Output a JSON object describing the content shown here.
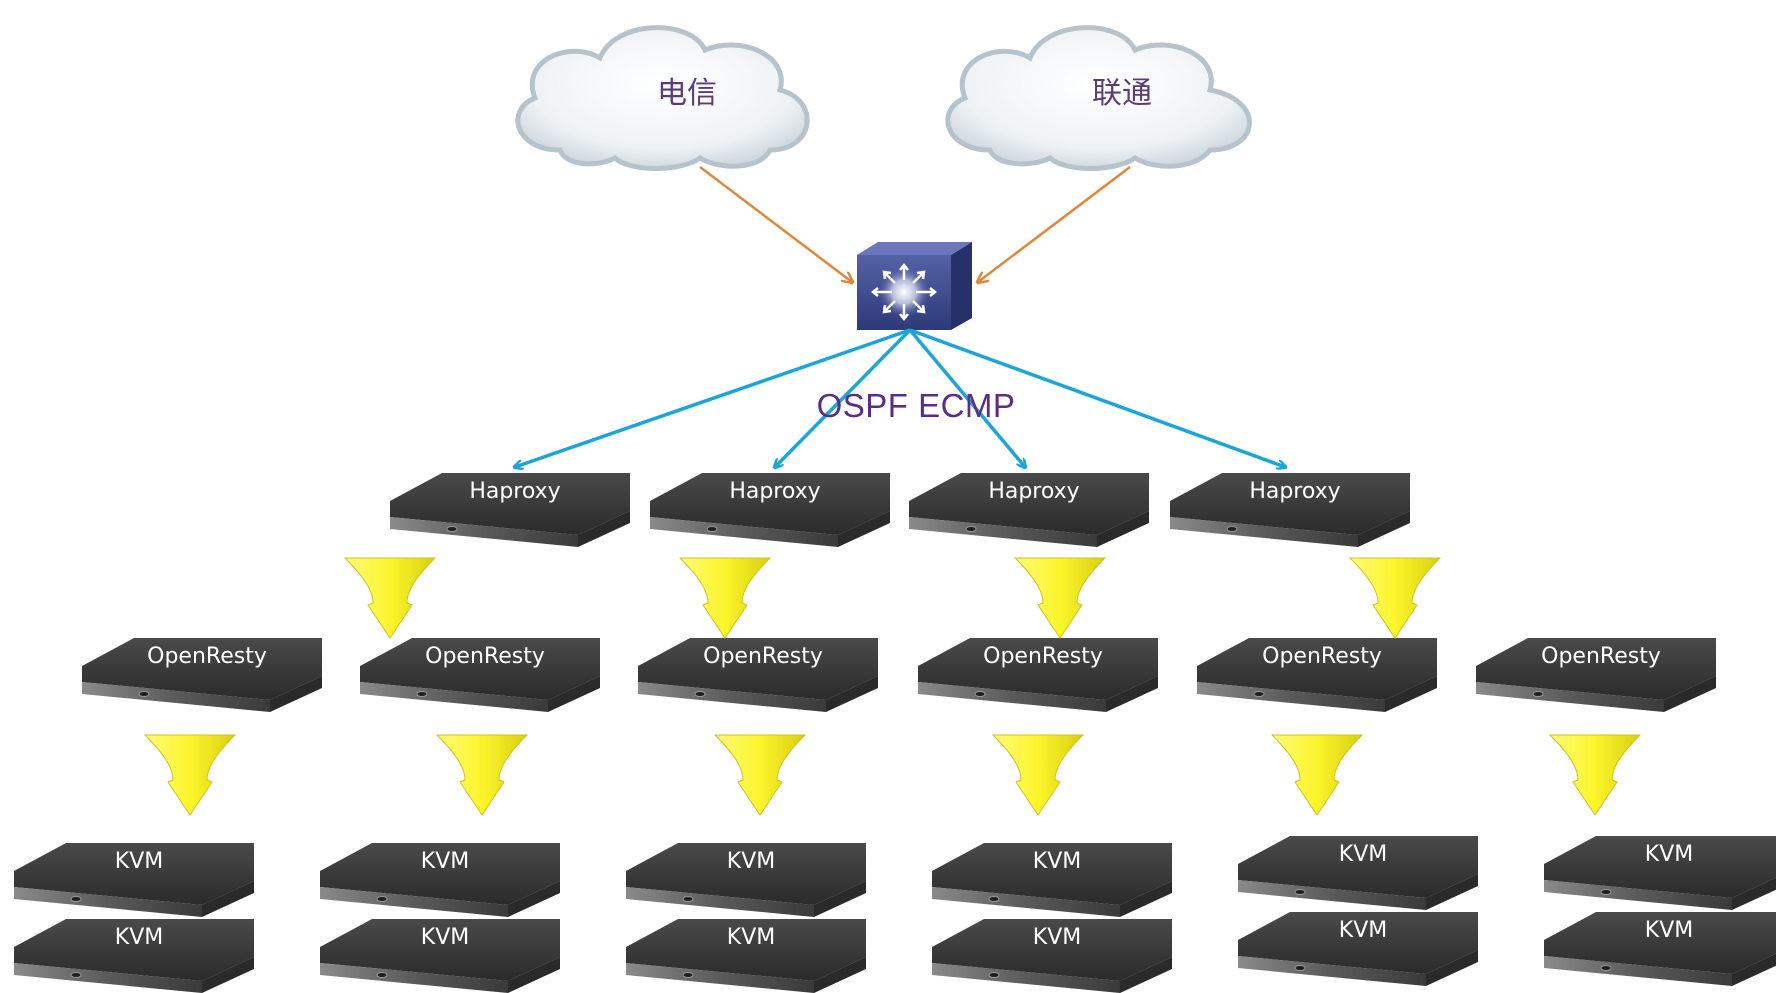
{
  "clouds": [
    {
      "label": "电信"
    },
    {
      "label": "联通"
    }
  ],
  "switch": {
    "icon": "switch-icon"
  },
  "link_label": "OSPF ECMP",
  "haproxy": [
    {
      "label": "Haproxy"
    },
    {
      "label": "Haproxy"
    },
    {
      "label": "Haproxy"
    },
    {
      "label": "Haproxy"
    }
  ],
  "openresty": [
    {
      "label": "OpenResty"
    },
    {
      "label": "OpenResty"
    },
    {
      "label": "OpenResty"
    },
    {
      "label": "OpenResty"
    },
    {
      "label": "OpenResty"
    },
    {
      "label": "OpenResty"
    }
  ],
  "kvm": [
    {
      "label": "KVM"
    },
    {
      "label": "KVM"
    },
    {
      "label": "KVM"
    },
    {
      "label": "KVM"
    },
    {
      "label": "KVM"
    },
    {
      "label": "KVM"
    },
    {
      "label": "KVM"
    },
    {
      "label": "KVM"
    },
    {
      "label": "KVM"
    },
    {
      "label": "KVM"
    },
    {
      "label": "KVM"
    },
    {
      "label": "KVM"
    }
  ],
  "colors": {
    "uplink": "#e0883a",
    "ecmp": "#1aa5dc",
    "flow_arrow": "#fbf52a",
    "server_body": "#3a3a3a",
    "switch_body": "#3b4a8c"
  }
}
